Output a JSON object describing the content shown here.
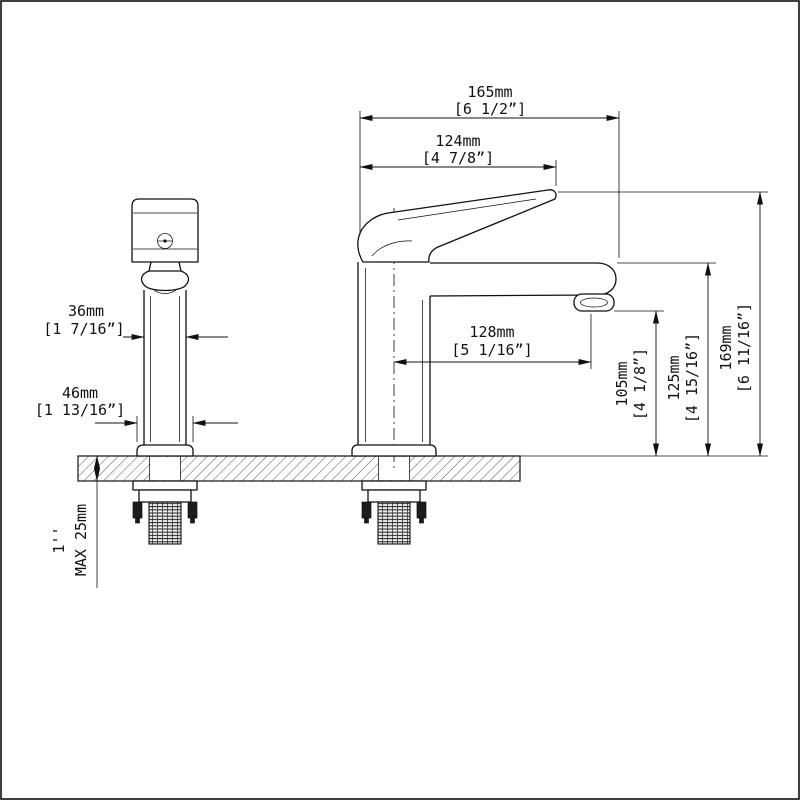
{
  "dimensions": {
    "overall_depth": {
      "metric": "165mm",
      "imperial": "[6 1/2”]"
    },
    "handle_depth": {
      "metric": "124mm",
      "imperial": "[4 7/8”]"
    },
    "body_width": {
      "metric": "36mm",
      "imperial": "[1 7/16”]"
    },
    "base_width": {
      "metric": "46mm",
      "imperial": "[1 13/16”]"
    },
    "spout_reach": {
      "metric": "128mm",
      "imperial": "[5 1/16”]"
    },
    "spout_outlet_height": {
      "metric": "105mm",
      "imperial": "[4 1/8”]"
    },
    "spout_top_height": {
      "metric": "125mm",
      "imperial": "[4 15/16”]"
    },
    "overall_height": {
      "metric": "169mm",
      "imperial": "[6 11/16”]"
    },
    "max_deck_thickness": {
      "imperial": "1''",
      "metric": "MAX 25mm"
    }
  },
  "colors": {
    "line": "#111111",
    "background": "#ffffff"
  }
}
